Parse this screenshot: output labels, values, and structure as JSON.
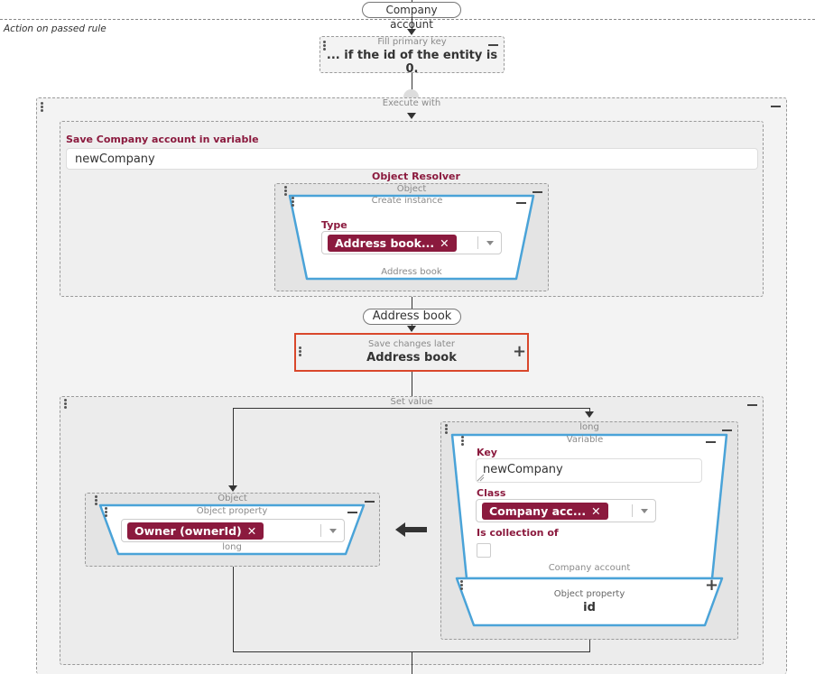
{
  "top_pill": "Company account",
  "section_label": "Action on passed rule",
  "fill_primary": {
    "title": "Fill primary key",
    "body": "... if the id of the entity is 0."
  },
  "execute_with": {
    "title": "Execute with"
  },
  "save_var": {
    "label": "Save Company account in variable",
    "value": "newCompany"
  },
  "object_resolver": {
    "title": "Object Resolver",
    "object_label": "Object",
    "create_title": "Create instance",
    "type_label": "Type",
    "type_tag": "Address book...",
    "footer": "Address book"
  },
  "middle_pill": "Address book",
  "save_changes": {
    "title": "Save changes later",
    "value": "Address book"
  },
  "set_value": {
    "title": "Set value",
    "left": {
      "object_label": "Object",
      "prop_title": "Object property",
      "tag": "Owner (ownerId)",
      "footer": "long"
    },
    "right": {
      "long_label": "long",
      "variable_title": "Variable",
      "key_label": "Key",
      "key_value": "newCompany",
      "class_label": "Class",
      "class_tag": "Company acc...",
      "collection_label": "Is collection of",
      "footer": "Company account",
      "prop_title": "Object property",
      "prop_value": "id"
    }
  },
  "colors": {
    "accent": "#8b1a3e",
    "highlight_border": "#d9472b",
    "trapezoid_border": "#4aa3d8"
  }
}
